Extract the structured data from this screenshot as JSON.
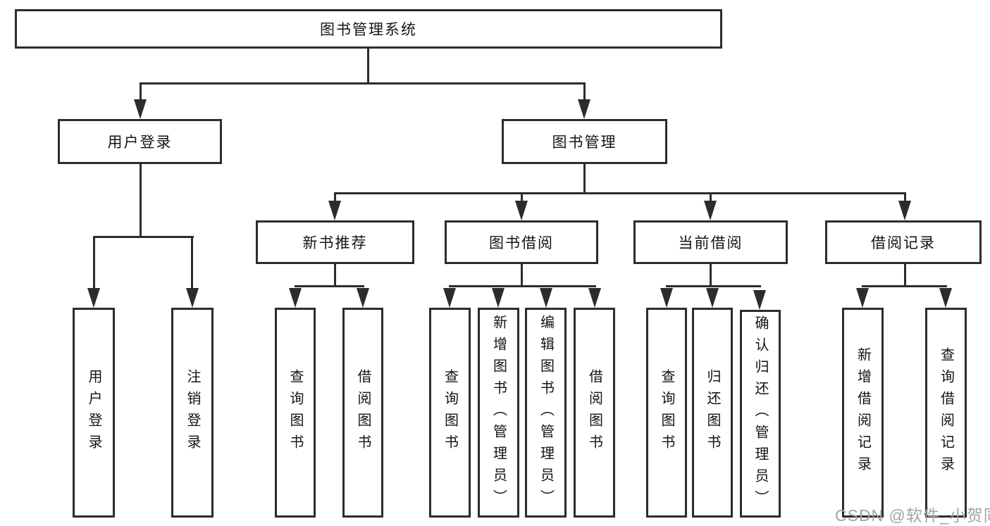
{
  "tree": {
    "root": {
      "label": "图书管理系统",
      "children": [
        {
          "label": "用户登录",
          "children": [
            {
              "label": "用户登录"
            },
            {
              "label": "注销登录"
            }
          ]
        },
        {
          "label": "图书管理",
          "children": [
            {
              "label": "新书推荐",
              "children": [
                {
                  "label": "查询图书"
                },
                {
                  "label": "借阅图书"
                }
              ]
            },
            {
              "label": "图书借阅",
              "children": [
                {
                  "label": "查询图书"
                },
                {
                  "label": "新增图书（管理员）"
                },
                {
                  "label": "编辑图书（管理员）"
                },
                {
                  "label": "借阅图书"
                }
              ]
            },
            {
              "label": "当前借阅",
              "children": [
                {
                  "label": "查询图书"
                },
                {
                  "label": "归还图书"
                },
                {
                  "label": "确认归还（管理员）"
                }
              ]
            },
            {
              "label": "借阅记录",
              "children": [
                {
                  "label": "新增借阅记录"
                },
                {
                  "label": "查询借阅记录"
                }
              ]
            }
          ]
        }
      ]
    }
  },
  "watermark": {
    "text": "CSDN @软件_小贺同学"
  },
  "colors": {
    "line": "#2c2c2c",
    "text": "#141414",
    "watermark": "#a3a3a3",
    "background": "#ffffff"
  }
}
